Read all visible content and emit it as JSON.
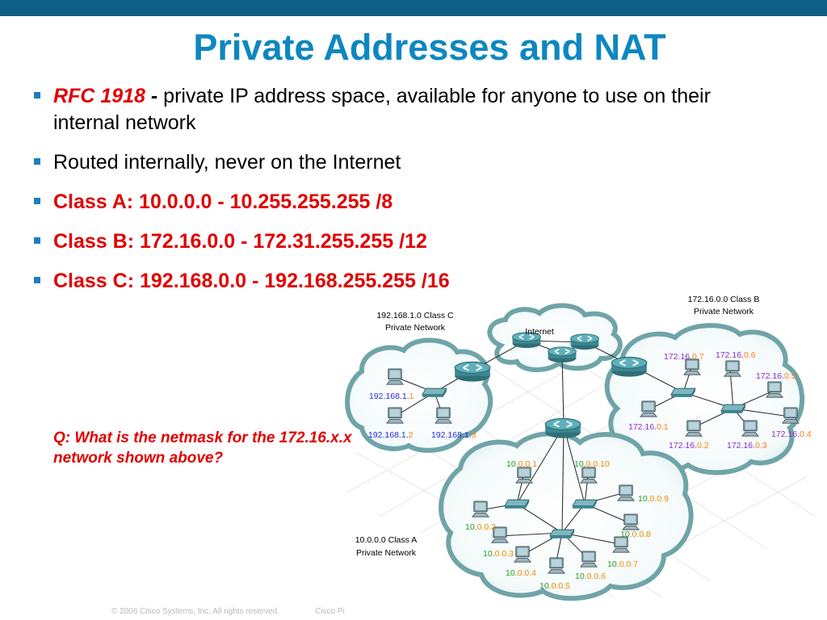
{
  "title": "Private Addresses and NAT",
  "bullets": [
    {
      "lead": "RFC 1918",
      "dash": "-",
      "text": " private IP address space, available for anyone to use on their internal network"
    },
    {
      "text": "Routed internally, never on the Internet"
    },
    {
      "text": "Class A: 10.0.0.0 - 10.255.255.255 /8"
    },
    {
      "text": "Class B: 172.16.0.0 - 172.31.255.255 /12"
    },
    {
      "text": "Class C: 192.168.0.0 - 192.168.255.255 /16"
    }
  ],
  "question": "Q: What is the netmask for the 172.16.x.x network shown above?",
  "footer": {
    "copyright": "© 2006 Cisco Systems, Inc. All rights reserved.",
    "right": "Cisco Pi"
  },
  "diagram": {
    "internet_label": "Internet",
    "class_c": {
      "label_1": "192.168.1.0 Class C",
      "label_2": "Private Network",
      "hosts": [
        {
          "prefix": "192.168.1.",
          "suffix": "1"
        },
        {
          "prefix": "192.168.1.",
          "suffix": "2"
        },
        {
          "prefix": "192.168.1.",
          "suffix": "3"
        }
      ]
    },
    "class_b": {
      "label_1": "172.16.0.0 Class B",
      "label_2": "Private Network",
      "hosts": [
        {
          "prefix": "172.16.",
          "suffix": "0.1"
        },
        {
          "prefix": "172.16.",
          "suffix": "0.2"
        },
        {
          "prefix": "172.16.",
          "suffix": "0.3"
        },
        {
          "prefix": "172.16.",
          "suffix": "0.4"
        },
        {
          "prefix": "172.16.",
          "suffix": "0.5"
        },
        {
          "prefix": "172.16.",
          "suffix": "0.6"
        },
        {
          "prefix": "172.16.",
          "suffix": "0.7"
        }
      ]
    },
    "class_a": {
      "label_1": "10.0.0.0 Class A",
      "label_2": "Private Network",
      "hosts": [
        {
          "prefix": "10.",
          "suffix": "0.0.1"
        },
        {
          "prefix": "10.",
          "suffix": "0.0.2"
        },
        {
          "prefix": "10.",
          "suffix": "0.0.3"
        },
        {
          "prefix": "10.",
          "suffix": "0.0.4"
        },
        {
          "prefix": "10.",
          "suffix": "0.0.5"
        },
        {
          "prefix": "10.",
          "suffix": "0.0.6"
        },
        {
          "prefix": "10.",
          "suffix": "0.0.7"
        },
        {
          "prefix": "10.",
          "suffix": "0.0.8"
        },
        {
          "prefix": "10.",
          "suffix": "0.0.9"
        },
        {
          "prefix": "10.",
          "suffix": "0.0.10"
        }
      ]
    },
    "colors": {
      "prefix_c": "#2b2bd6",
      "suffix_c": "#f08a00",
      "prefix_b": "#8a2ad6",
      "suffix_b": "#ff7a1a",
      "prefix_a": "#2f9a2a",
      "suffix_a": "#f08a00"
    }
  }
}
